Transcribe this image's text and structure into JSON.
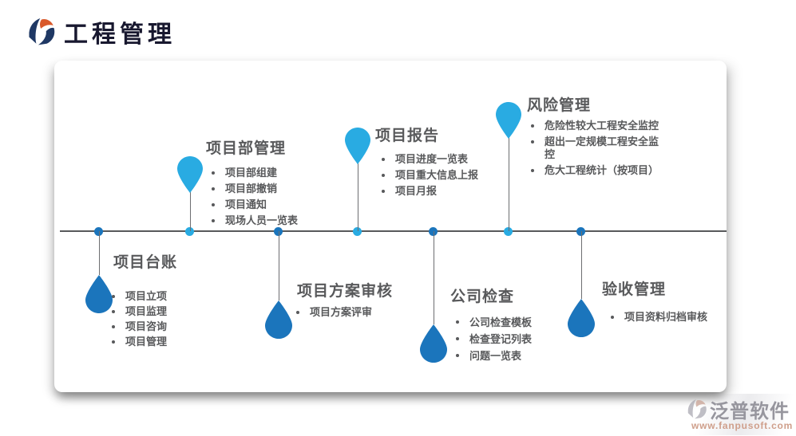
{
  "header": {
    "title": "工程管理"
  },
  "colors": {
    "light_blue": "#29ABE2",
    "dark_blue": "#1B75BC",
    "text_gray": "#58595B",
    "line_gray": "#6D6E71",
    "title_dark": "#18182F",
    "logo_navy": "#1F3864",
    "logo_orange": "#D9592B"
  },
  "timeline": {
    "nodes": [
      {
        "id": "project-ledger",
        "title": "项目台账",
        "side": "below",
        "items": [
          "项目立项",
          "项目监理",
          "项目咨询",
          "项目管理"
        ]
      },
      {
        "id": "project-department",
        "title": "项目部管理",
        "side": "above",
        "items": [
          "项目部组建",
          "项目部撤销",
          "项目通知",
          "现场人员一览表"
        ]
      },
      {
        "id": "project-plan-review",
        "title": "项目方案审核",
        "side": "below",
        "items": [
          "项目方案评审"
        ]
      },
      {
        "id": "project-report",
        "title": "项目报告",
        "side": "above",
        "items": [
          "项目进度一览表",
          "项目重大信息上报",
          "项目月报"
        ]
      },
      {
        "id": "company-inspection",
        "title": "公司检查",
        "side": "below",
        "items": [
          "公司检查模板",
          "检查登记列表",
          "问题一览表"
        ]
      },
      {
        "id": "risk-management",
        "title": "风险管理",
        "side": "above",
        "items": [
          "危险性较大工程安全监控",
          "超出一定规模工程安全监控",
          "危大工程统计（按项目）"
        ]
      },
      {
        "id": "acceptance-management",
        "title": "验收管理",
        "side": "below",
        "items": [
          "项目资料归档审核"
        ]
      }
    ]
  },
  "watermark": {
    "brand": "泛普软件",
    "url": "www.fanpusoft.com"
  }
}
